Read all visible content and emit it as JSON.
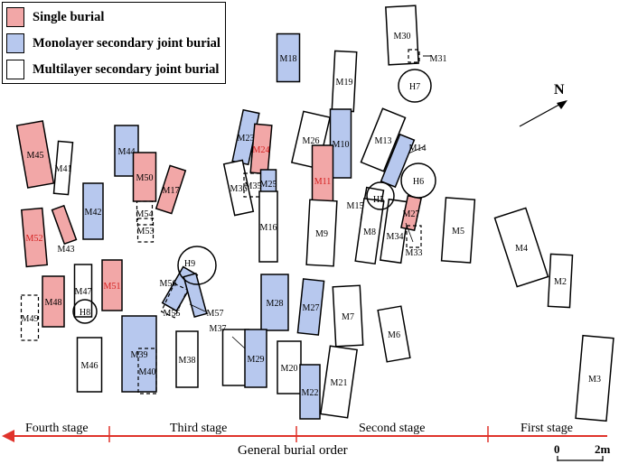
{
  "legend": {
    "items": [
      {
        "label": "Single burial",
        "color": "#f2a7a7"
      },
      {
        "label": "Monolayer secondary joint burial",
        "color": "#b7c8ee"
      },
      {
        "label": "Multilayer secondary joint burial",
        "color": "#ffffff"
      }
    ]
  },
  "north": {
    "label": "N"
  },
  "stages": {
    "fourth": "Fourth stage",
    "third": "Third stage",
    "second": "Second stage",
    "first": "First stage"
  },
  "axis_title": "General burial order",
  "scale": {
    "start": "0",
    "end": "2m"
  },
  "colors": {
    "single": "#f2a7a7",
    "monolayer": "#b7c8ee",
    "multilayer": "#ffffff",
    "arrow": "#e0332b",
    "red_label": "#d42020"
  },
  "tombs": [
    {
      "label": "M30",
      "type": "multilayer"
    },
    {
      "label": "M31",
      "type": "multilayer"
    },
    {
      "label": "M18",
      "type": "monolayer"
    },
    {
      "label": "M19",
      "type": "multilayer"
    },
    {
      "label": "M45",
      "type": "single"
    },
    {
      "label": "M41",
      "type": "multilayer"
    },
    {
      "label": "M44",
      "type": "monolayer"
    },
    {
      "label": "M50",
      "type": "single"
    },
    {
      "label": "M17",
      "type": "single"
    },
    {
      "label": "M23",
      "type": "monolayer"
    },
    {
      "label": "M24",
      "type": "single"
    },
    {
      "label": "M26",
      "type": "multilayer"
    },
    {
      "label": "M10",
      "type": "monolayer"
    },
    {
      "label": "M11",
      "type": "single"
    },
    {
      "label": "M13",
      "type": "multilayer"
    },
    {
      "label": "M14",
      "type": "monolayer"
    },
    {
      "label": "M42",
      "type": "monolayer"
    },
    {
      "label": "M52",
      "type": "single"
    },
    {
      "label": "M43",
      "type": "single"
    },
    {
      "label": "M54",
      "type": "multilayer"
    },
    {
      "label": "M53",
      "type": "multilayer"
    },
    {
      "label": "M36",
      "type": "multilayer"
    },
    {
      "label": "M35",
      "type": "multilayer"
    },
    {
      "label": "M25",
      "type": "monolayer"
    },
    {
      "label": "M16",
      "type": "multilayer"
    },
    {
      "label": "M9",
      "type": "multilayer"
    },
    {
      "label": "M15",
      "type": "multilayer"
    },
    {
      "label": "M8",
      "type": "multilayer"
    },
    {
      "label": "M34",
      "type": "multilayer"
    },
    {
      "label": "M27",
      "type": "single"
    },
    {
      "label": "M33",
      "type": "multilayer"
    },
    {
      "label": "M5",
      "type": "multilayer"
    },
    {
      "label": "M4",
      "type": "multilayer"
    },
    {
      "label": "M2",
      "type": "multilayer"
    },
    {
      "label": "M47",
      "type": "multilayer"
    },
    {
      "label": "M51",
      "type": "single"
    },
    {
      "label": "M48",
      "type": "single"
    },
    {
      "label": "M49",
      "type": "multilayer"
    },
    {
      "label": "M56",
      "type": "monolayer"
    },
    {
      "label": "M55",
      "type": "monolayer"
    },
    {
      "label": "M57",
      "type": "monolayer"
    },
    {
      "label": "M28",
      "type": "monolayer"
    },
    {
      "label": "M27",
      "type": "monolayer"
    },
    {
      "label": "M7",
      "type": "multilayer"
    },
    {
      "label": "M6",
      "type": "multilayer"
    },
    {
      "label": "M39",
      "type": "monolayer"
    },
    {
      "label": "M40",
      "type": "monolayer"
    },
    {
      "label": "M38",
      "type": "multilayer"
    },
    {
      "label": "M37",
      "type": "multilayer"
    },
    {
      "label": "M29",
      "type": "monolayer"
    },
    {
      "label": "M20",
      "type": "multilayer"
    },
    {
      "label": "M22",
      "type": "monolayer"
    },
    {
      "label": "M21",
      "type": "multilayer"
    },
    {
      "label": "M46",
      "type": "multilayer"
    },
    {
      "label": "M3",
      "type": "multilayer"
    }
  ],
  "pits": [
    {
      "label": "H7"
    },
    {
      "label": "H6"
    },
    {
      "label": "H5"
    },
    {
      "label": "H9"
    },
    {
      "label": "H8"
    }
  ]
}
